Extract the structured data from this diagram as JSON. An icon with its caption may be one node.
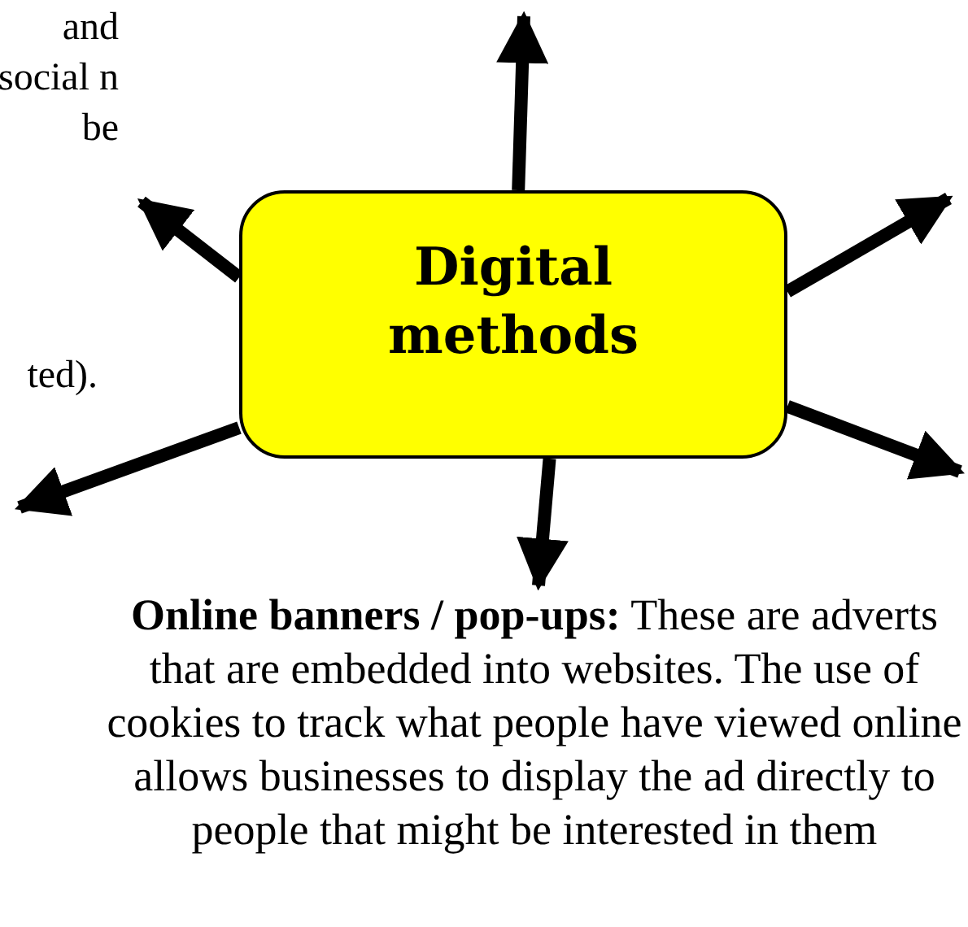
{
  "diagram": {
    "nodes": [
      {
        "text": [
          "Digital methods"
        ]
      },
      {
        "text": [
          "**Online banners / pop-ups:** These are adverts that are embedded into websites. The use of cookies to track what people have viewed online allows businesses to display the ad directly to people that might be interested in them"
        ]
      }
    ],
    "edges": [
      {
        "from": 0,
        "to": null,
        "arrow": "to"
      },
      {
        "from": 0,
        "to": null,
        "arrow": "to"
      },
      {
        "from": 0,
        "to": null,
        "arrow": "to"
      },
      {
        "from": 0,
        "to": null,
        "arrow": "to"
      },
      {
        "from": 0,
        "to": null,
        "arrow": "to"
      },
      {
        "from": 0,
        "to": 1,
        "arrow": "to"
      }
    ],
    "labels": [
      "and social n be",
      "ted)."
    ]
  }
}
